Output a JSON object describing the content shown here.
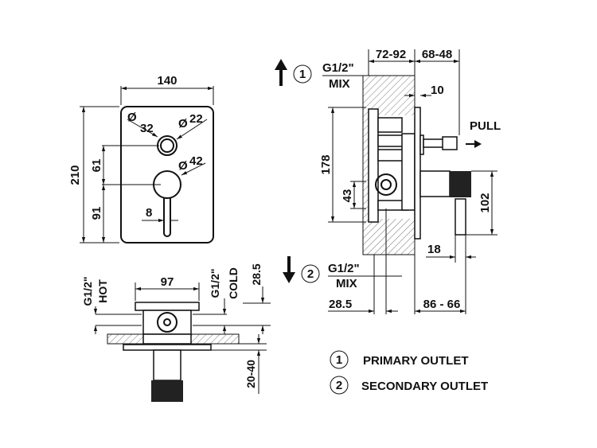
{
  "front_view": {
    "width": "140",
    "height": "210",
    "dim_upper": "61",
    "dim_lower": "91",
    "diameter_small": "32",
    "diameter_ring": "22",
    "diameter_knob": "42",
    "lever_width": "8",
    "diameter_symbol": "Ø"
  },
  "side_view": {
    "depth_wall": "72-92",
    "depth_front": "68-48",
    "plate": "10",
    "box_height": "178",
    "outlet_offset": "43",
    "handle_height": "102",
    "handle_width": "18",
    "bottom_left": "28.5",
    "bottom_right": "86 - 66",
    "pull_label": "PULL",
    "outlet1_num": "1",
    "outlet1_thread": "G1/2\"",
    "outlet1_type": "MIX",
    "outlet2_num": "2",
    "outlet2_thread": "G1/2\"",
    "outlet2_type": "MIX"
  },
  "top_view": {
    "width": "97",
    "hot_thread": "G1/2\"",
    "hot_label": "HOT",
    "cold_thread": "G1/2\"",
    "cold_label": "COLD",
    "offset": "28.5",
    "depth": "20-40"
  },
  "legend": [
    {
      "num": "1",
      "label": "PRIMARY OUTLET"
    },
    {
      "num": "2",
      "label": "SECONDARY OUTLET"
    }
  ]
}
